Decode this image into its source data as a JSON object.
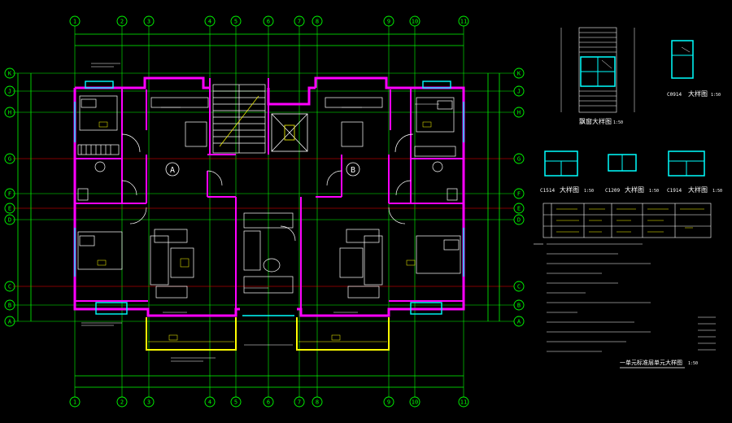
{
  "grid": {
    "vertical_labels": [
      "1",
      "2",
      "3",
      "4",
      "5",
      "6",
      "7",
      "8",
      "9",
      "10",
      "11"
    ],
    "horizontal_labels": [
      "K",
      "J",
      "H",
      "G",
      "F",
      "E",
      "D",
      "C",
      "B",
      "A"
    ]
  },
  "units": {
    "left": "A",
    "right": "B"
  },
  "details": {
    "bay_window_title": "飘窗大样图",
    "bay_window_scale": "1:50",
    "c0914_code": "C0914",
    "c0914_title": "大样图",
    "c0914_scale": "1:50",
    "c1514_code": "C1514",
    "c1514_title": "大样图",
    "c1514_scale": "1:50",
    "c1209_code": "C1209",
    "c1209_title": "大样图",
    "c1209_scale": "1:50",
    "c1914_code": "C1914",
    "c1914_title": "大样图",
    "c1914_scale": "1:50"
  },
  "plan_title": "一单元标准层单元大样图",
  "plan_scale": "1:50",
  "colors": {
    "background": "#000000",
    "grid_axis": "#00ff00",
    "wall": "#ff00ff",
    "detail": "#ffffff",
    "room_text": "#ffff00",
    "window": "#00ffff",
    "dims": "#ff0000"
  }
}
